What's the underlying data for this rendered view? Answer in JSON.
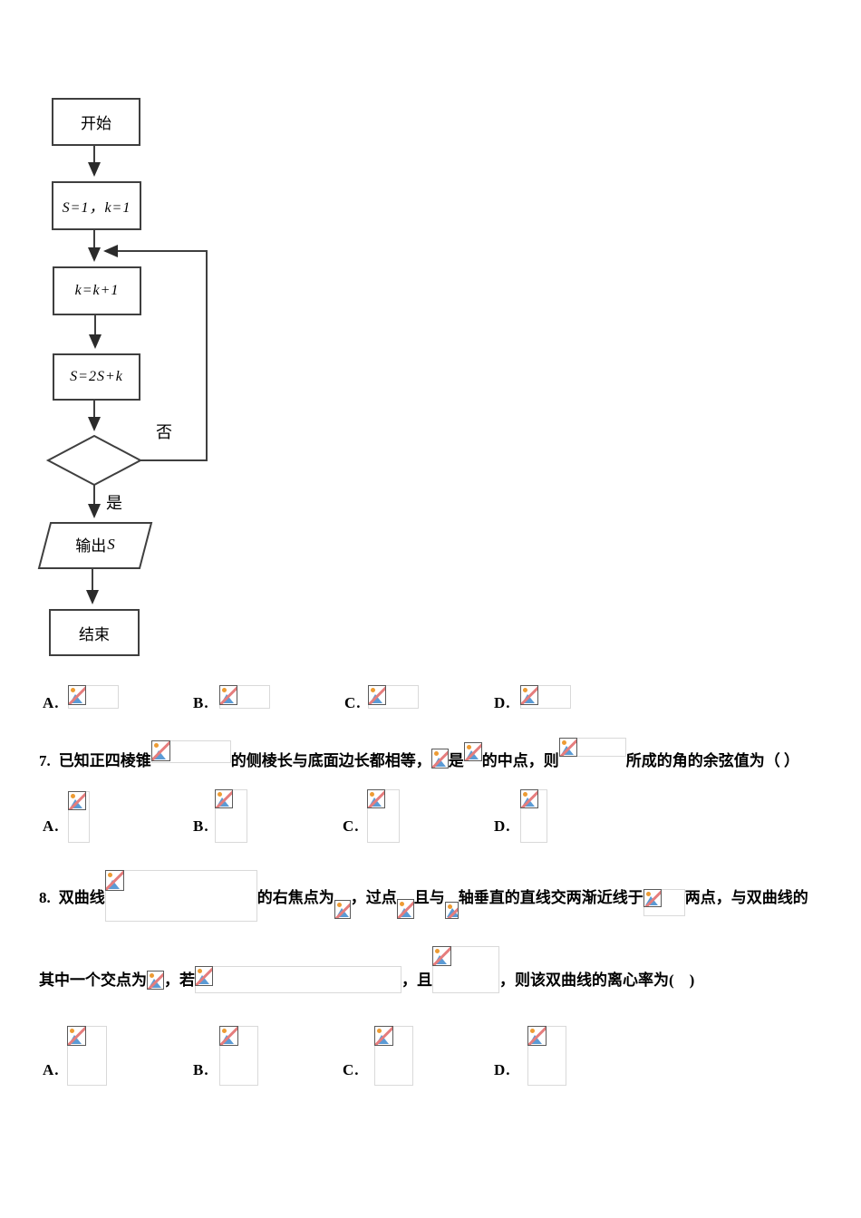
{
  "flowchart": {
    "nodes": {
      "start": "开始",
      "init": "S=1，k=1",
      "increment": "k=k+1",
      "update": "S=2S+k",
      "output_prefix": "输出",
      "output_var": "S",
      "end": "结束"
    },
    "branch_labels": {
      "no": "否",
      "yes": "是"
    }
  },
  "question6_options": {
    "a": "A.",
    "b": "B.",
    "c": "C.",
    "d": "D."
  },
  "question7": {
    "number": "7.",
    "seg_intro": "已知正四棱锥",
    "seg_condition": "的侧棱长与底面边长都相等，",
    "seg_is": "是",
    "seg_midpoint": "的中点，则",
    "seg_tail": "所成的角的余弦值为（ ）",
    "options": {
      "a": "A.",
      "b": "B.",
      "c": "C.",
      "d": "D."
    }
  },
  "question8": {
    "number": "8.",
    "seg_hyperbola": "双曲线",
    "seg_focus": "的右焦点为",
    "seg_through": "，过点",
    "seg_and_with": "且与",
    "seg_axis": "轴垂直的直线交两渐近线于",
    "seg_two_points": "两点，与双曲线的",
    "seg_intersection": "其中一个交点为",
    "seg_if": "，若",
    "seg_and": "，且",
    "seg_ecc": "，则该双曲线的离心率为(　)",
    "options": {
      "a": "A.",
      "b": "B.",
      "c": "C.",
      "d": "D."
    }
  },
  "icons": {
    "placeholder_icon": "broken-image-icon"
  },
  "colors": {
    "flowchart_line": "#3f3f3f",
    "placeholder_border": "#d9d9d9",
    "icon_sun": "#ed9b33",
    "icon_mountain": "#5b9bd5",
    "icon_slash": "#e57d7d"
  }
}
